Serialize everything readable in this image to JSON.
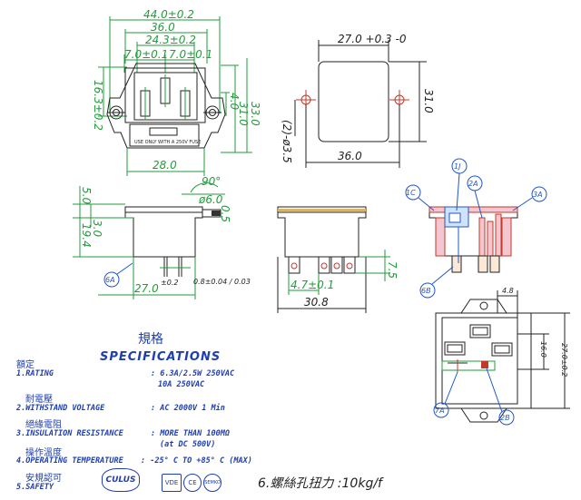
{
  "front_view": {
    "dims": {
      "overall_width": "44.0±0.2",
      "inner_width": "36.0",
      "pin_span": "24.3±0.2",
      "pin_gap_left": "7.0±0.1",
      "pin_gap_right": "7.0±0.1",
      "height_left": "16.3±0.2",
      "height_a": "4.0",
      "height_b": "31.0",
      "height_c": "33.0",
      "bottom_width": "28.0"
    },
    "fuse_label": "USE ONLY WITH A 250V FUSE"
  },
  "cutout_view": {
    "dims": {
      "width_top": "27.0 +0.3 -0",
      "height": "31.0",
      "bottom_width": "36.0",
      "hole": "(2)-ø3.5"
    }
  },
  "side_view": {
    "dims": {
      "angle": "90°",
      "dia": "ø6.0",
      "flange": "0.5",
      "left_a": "5.0",
      "left_b": "3.0",
      "left_c": "19.4",
      "body_width": "27.0",
      "pin_pitch": "±0.2",
      "pin_thickness": "0.8±0.04 / 0.03"
    }
  },
  "bottom_view": {
    "dims": {
      "pin_spacing": "4.7±0.1",
      "length": "30.8",
      "height": "7.5"
    }
  },
  "section_view": {
    "labels": [
      "1C",
      "1J",
      "2A",
      "3A",
      "6B"
    ]
  },
  "rear_view": {
    "dims": {
      "top": "4.8",
      "mid": "16.0",
      "right": "27.0±0.2"
    },
    "labels": [
      "7A",
      "2B"
    ]
  },
  "side_view_label": "6A",
  "specifications": {
    "title_cn": "規格",
    "title": "SPECIFICATIONS",
    "rows": [
      {
        "cn": "額定",
        "label": "1.RATING",
        "value": ": 6.3A/2.5W 250VAC",
        "value2": "10A 250VAC"
      },
      {
        "cn": "耐電壓",
        "label": "2.WITHSTAND VOLTAGE",
        "value": ": AC 2000V 1 Min",
        "value2": ""
      },
      {
        "cn": "絕緣電阻",
        "label": "3.INSULATION RESISTANCE",
        "value": ": MORE THAN 100MΩ",
        "value2": "(at DC 500V)"
      },
      {
        "cn": "操作溫度",
        "label": "4.OPERATING TEMPERATURE",
        "value": ": -25° C TO +85° C (MAX)",
        "value2": ""
      },
      {
        "cn": "安規認可",
        "label": "5.SAFETY",
        "value": "",
        "value2": ""
      }
    ],
    "torque": "6.螺絲孔扭力 :10kg/f",
    "certs": [
      "CULUS",
      "VDE",
      "CE",
      "SEMKO"
    ]
  }
}
